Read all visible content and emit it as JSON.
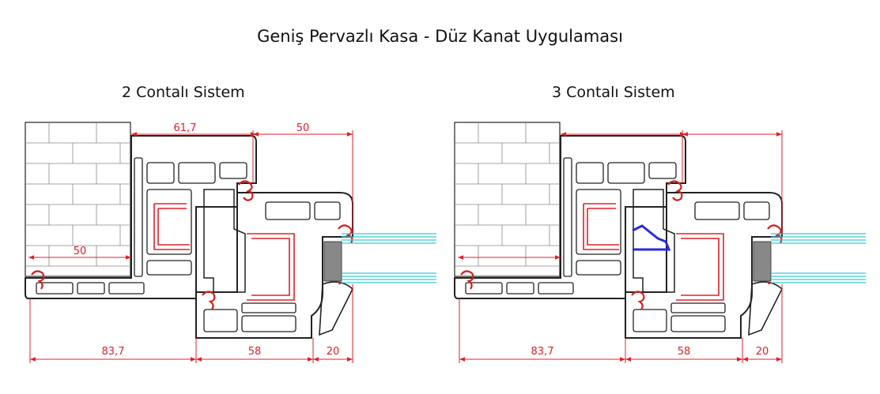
{
  "title": "Geniş Pervazlı Kasa - Düz Kanat Uygulaması",
  "systems": [
    {
      "name": "2 Contalı Sistem",
      "dims": {
        "top_left": "61,7",
        "top_right": "50",
        "wall_inner": "50",
        "bottom_left": "83,7",
        "bottom_mid": "58",
        "bottom_right": "20"
      }
    },
    {
      "name": "3 Contalı Sistem",
      "dims": {
        "bottom_left": "83,7",
        "bottom_mid": "58",
        "bottom_right": "20"
      }
    }
  ],
  "colors": {
    "dimension": "#e0202a",
    "profile": "#222222",
    "reinforcement": "#e0202a",
    "glass": "#35c9d6",
    "gasket": "#d42020",
    "middle_gasket": "#2a2ad8",
    "glazing_bead_seal": "#888888"
  }
}
